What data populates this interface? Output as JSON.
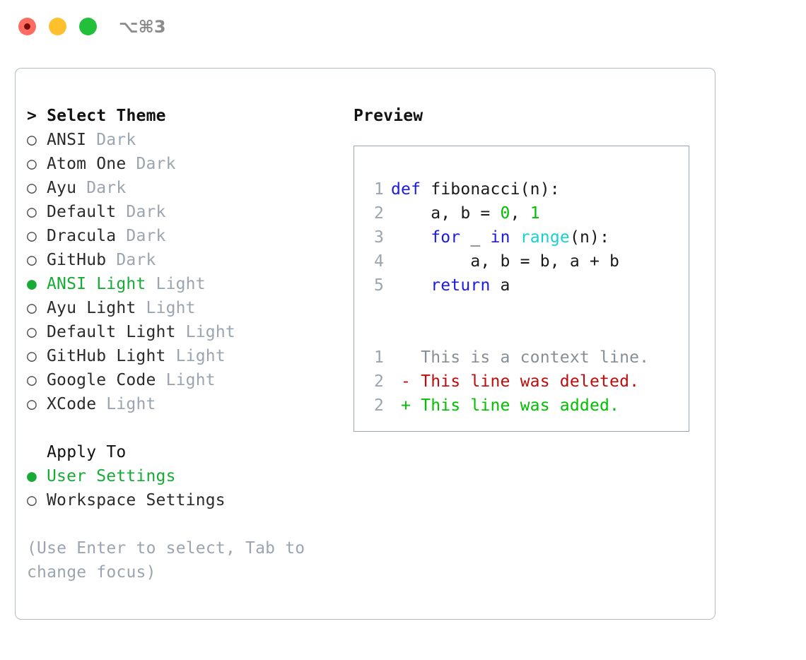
{
  "titlebar": {
    "shortcut": "⌥⌘3",
    "lights": [
      {
        "name": "close-button",
        "color": "#ff6b61"
      },
      {
        "name": "minimize-button",
        "color": "#ffc02e"
      },
      {
        "name": "maximize-button",
        "color": "#22c03a"
      }
    ]
  },
  "left": {
    "heading": "> Select Theme",
    "themes": [
      {
        "marker": "○",
        "name": "ANSI",
        "kind": "Dark",
        "selected": false
      },
      {
        "marker": "○",
        "name": "Atom One",
        "kind": "Dark",
        "selected": false
      },
      {
        "marker": "○",
        "name": "Ayu",
        "kind": "Dark",
        "selected": false
      },
      {
        "marker": "○",
        "name": "Default",
        "kind": "Dark",
        "selected": false
      },
      {
        "marker": "○",
        "name": "Dracula",
        "kind": "Dark",
        "selected": false
      },
      {
        "marker": "○",
        "name": "GitHub",
        "kind": "Dark",
        "selected": false
      },
      {
        "marker": "●",
        "name": "ANSI Light",
        "kind": "Light",
        "selected": true
      },
      {
        "marker": "○",
        "name": "Ayu Light",
        "kind": "Light",
        "selected": false
      },
      {
        "marker": "○",
        "name": "Default Light",
        "kind": "Light",
        "selected": false
      },
      {
        "marker": "○",
        "name": "GitHub Light",
        "kind": "Light",
        "selected": false
      },
      {
        "marker": "○",
        "name": "Google Code",
        "kind": "Light",
        "selected": false
      },
      {
        "marker": "○",
        "name": "XCode",
        "kind": "Light",
        "selected": false
      }
    ],
    "apply_to_title": "  Apply To",
    "apply_to": [
      {
        "marker": "●",
        "label": "User Settings",
        "selected": true
      },
      {
        "marker": "○",
        "label": "Workspace Settings",
        "selected": false
      }
    ],
    "hint": "(Use Enter to select, Tab to change focus)"
  },
  "right": {
    "preview_label": "Preview",
    "code_lines": [
      {
        "num": "1",
        "tokens": [
          {
            "t": "def ",
            "c": "kw"
          },
          {
            "t": "fibonacci(n):",
            "c": "txt"
          }
        ]
      },
      {
        "num": "2",
        "tokens": [
          {
            "t": "    a, b = ",
            "c": "txt"
          },
          {
            "t": "0",
            "c": "num"
          },
          {
            "t": ", ",
            "c": "txt"
          },
          {
            "t": "1",
            "c": "num"
          }
        ]
      },
      {
        "num": "3",
        "tokens": [
          {
            "t": "    ",
            "c": "txt"
          },
          {
            "t": "for",
            "c": "kw"
          },
          {
            "t": " _ ",
            "c": "txt"
          },
          {
            "t": "in",
            "c": "kw"
          },
          {
            "t": " ",
            "c": "txt"
          },
          {
            "t": "range",
            "c": "fn"
          },
          {
            "t": "(n):",
            "c": "txt"
          }
        ]
      },
      {
        "num": "4",
        "tokens": [
          {
            "t": "        a, b = b, a + b",
            "c": "txt"
          }
        ]
      },
      {
        "num": "5",
        "tokens": [
          {
            "t": "    ",
            "c": "txt"
          },
          {
            "t": "return",
            "c": "kw"
          },
          {
            "t": " a",
            "c": "txt"
          }
        ]
      }
    ],
    "diff_lines": [
      {
        "num": "1",
        "text": "   This is a context line.",
        "c": "ctx"
      },
      {
        "num": "2",
        "text": " - This line was deleted.",
        "c": "del"
      },
      {
        "num": "2",
        "text": " + This line was added.",
        "c": "add"
      }
    ]
  },
  "colors": {
    "accent_green": "#17ab36",
    "muted": "#9aa5b1",
    "keyword_blue": "#1a1ae6",
    "function_cyan": "#17d1d1",
    "number_green": "#00c000",
    "diff_deleted": "#c20a0a",
    "diff_added": "#00c000",
    "border": "#b4bcc6"
  }
}
